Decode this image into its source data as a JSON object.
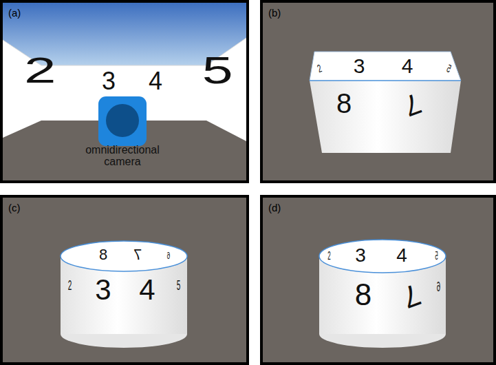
{
  "diagram": {
    "nodes": [
      {
        "text": [
          "(a)"
        ]
      },
      {
        "text": [
          "omnidirectional camera"
        ],
        "in": 0
      },
      {
        "text": [
          "(b)"
        ]
      },
      {
        "text": [
          "(c)"
        ]
      },
      {
        "text": [
          "(d)"
        ]
      }
    ],
    "labels": [
      "2",
      "3",
      "4",
      "5",
      "2",
      "3",
      "4",
      "5",
      "8",
      "7",
      "8",
      "7",
      "6",
      "2",
      "3",
      "4",
      "5",
      "2",
      "3",
      "4",
      "5",
      "8",
      "7",
      "6"
    ]
  }
}
